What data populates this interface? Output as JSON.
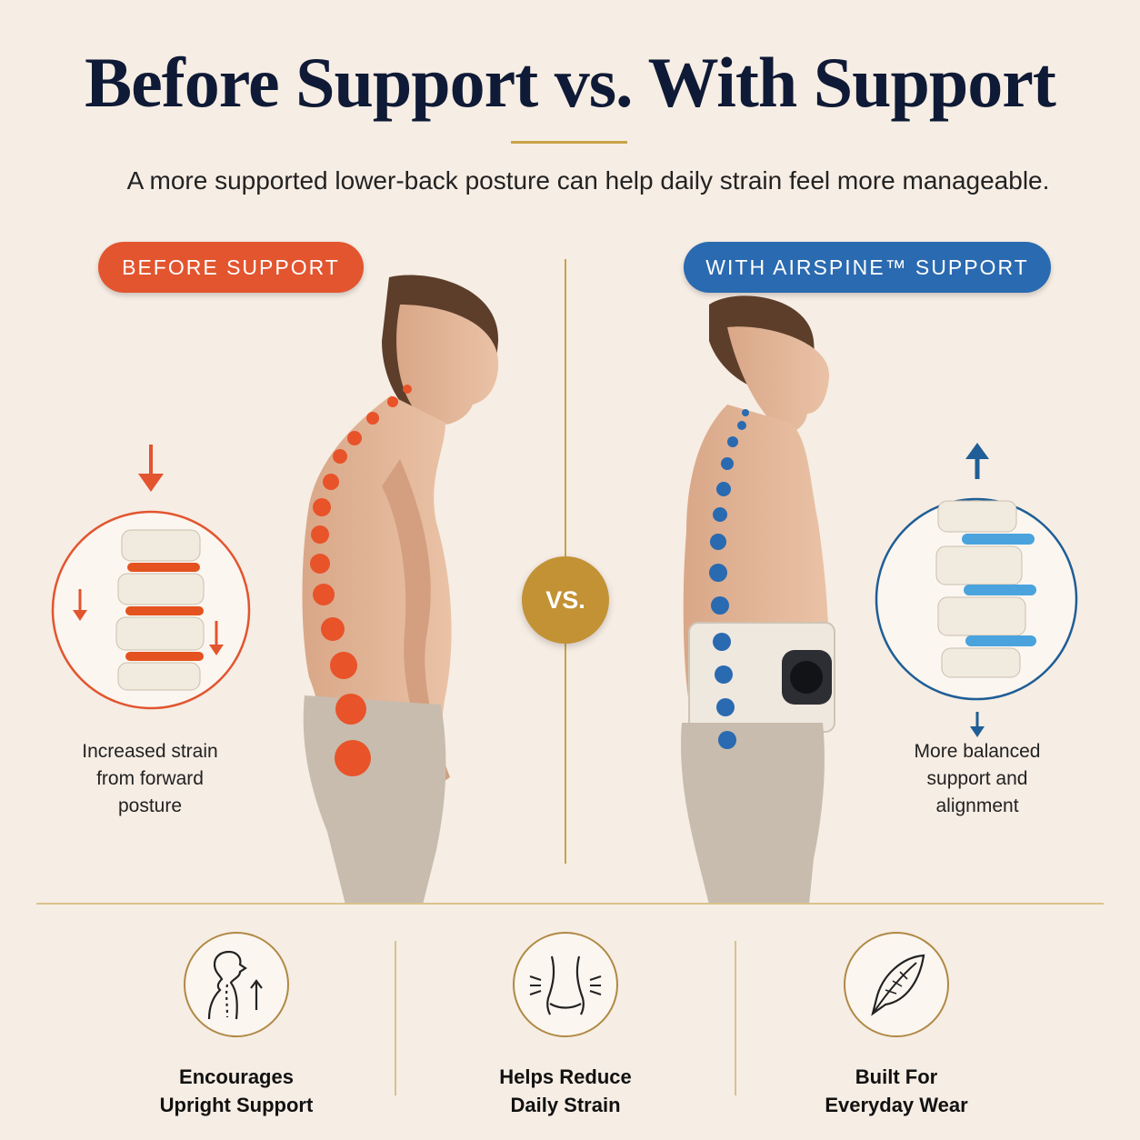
{
  "header": {
    "title": "Before Support vs. With Support",
    "subtitle": "A more supported lower-back posture can help daily strain feel more manageable."
  },
  "before": {
    "badge": "BEFORE SUPPORT",
    "caption_lines": [
      "Increased strain",
      "from forward",
      "posture"
    ],
    "accent": "#e2552f"
  },
  "with": {
    "badge": "WITH AIRSPINE™ SUPPORT",
    "caption_lines": [
      "More balanced",
      "support and",
      "alignment"
    ],
    "accent": "#2a6ab0"
  },
  "vs_label": "VS.",
  "features": [
    {
      "icon": "posture-spine-icon",
      "lines": [
        "Encourages",
        "Upright Support"
      ]
    },
    {
      "icon": "waist-strain-icon",
      "lines": [
        "Helps Reduce",
        "Daily Strain"
      ]
    },
    {
      "icon": "feather-icon",
      "lines": [
        "Built For",
        "Everyday Wear"
      ]
    }
  ],
  "colors": {
    "background": "#f6ede4",
    "gold": "#c29235",
    "navy": "#0f1a36"
  }
}
